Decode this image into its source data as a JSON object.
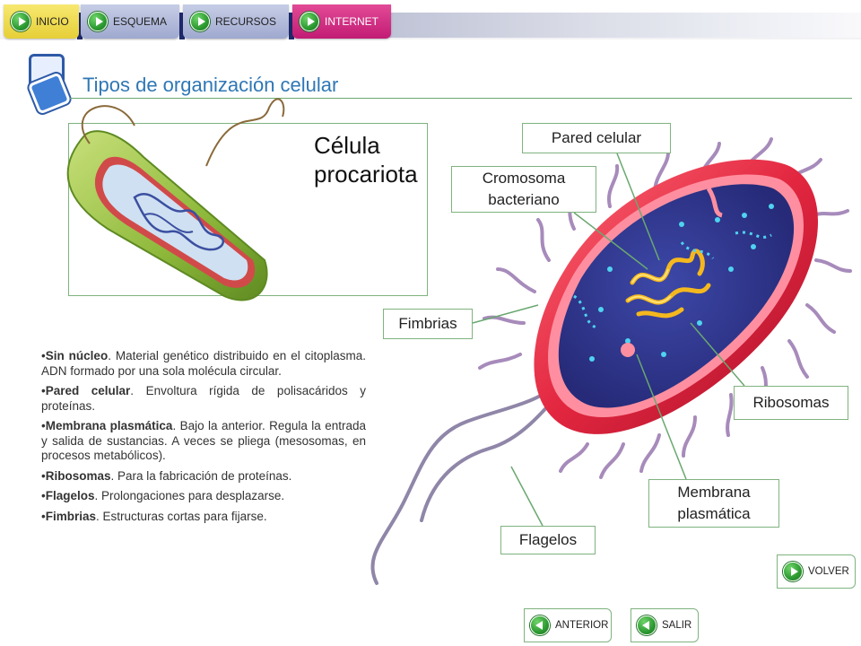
{
  "nav": {
    "inicio": "INICIO",
    "esquema": "ESQUEMA",
    "recursos": "RECURSOS",
    "internet": "INTERNET"
  },
  "page_title": "Tipos de organización celular",
  "inset_title": "Célula\nprocariota",
  "callouts": {
    "pared_celular": "Pared celular",
    "cromosoma": "Cromosoma\nbacteriano",
    "fimbrias": "Fimbrias",
    "ribosomas": "Ribosomas",
    "membrana": "Membrana\nplasmática",
    "flagelos": "Flagelos"
  },
  "descriptions": [
    {
      "term": "Sin núcleo",
      "text": ". Material genético distribuido en el citoplasma. ADN formado por una sola molécula circular."
    },
    {
      "term": "Pared celular",
      "text": ". Envoltura rígida de polisacáridos y proteínas."
    },
    {
      "term": "Membrana plasmática",
      "text": ". Bajo la anterior. Regula la entrada y salida de sustancias. A veces se pliega (mesosomas, en procesos metabólicos)."
    },
    {
      "term": "Ribosomas",
      "text": ". Para la fabricación de proteínas."
    },
    {
      "term": "Flagelos",
      "text": ". Prolongaciones para desplazarse."
    },
    {
      "term": "Fimbrias",
      "text": ". Estructuras cortas para fijarse."
    }
  ],
  "buttons": {
    "volver": "VOLVER",
    "anterior": "ANTERIOR",
    "salir": "SALIR"
  },
  "colors": {
    "title": "#2f77b5",
    "border": "#7fb37f",
    "cell_wall": "#e23a4e",
    "cytoplasm": "#33338f",
    "chromosome": "#f4b81e",
    "fimbriae": "#a78bbb"
  }
}
